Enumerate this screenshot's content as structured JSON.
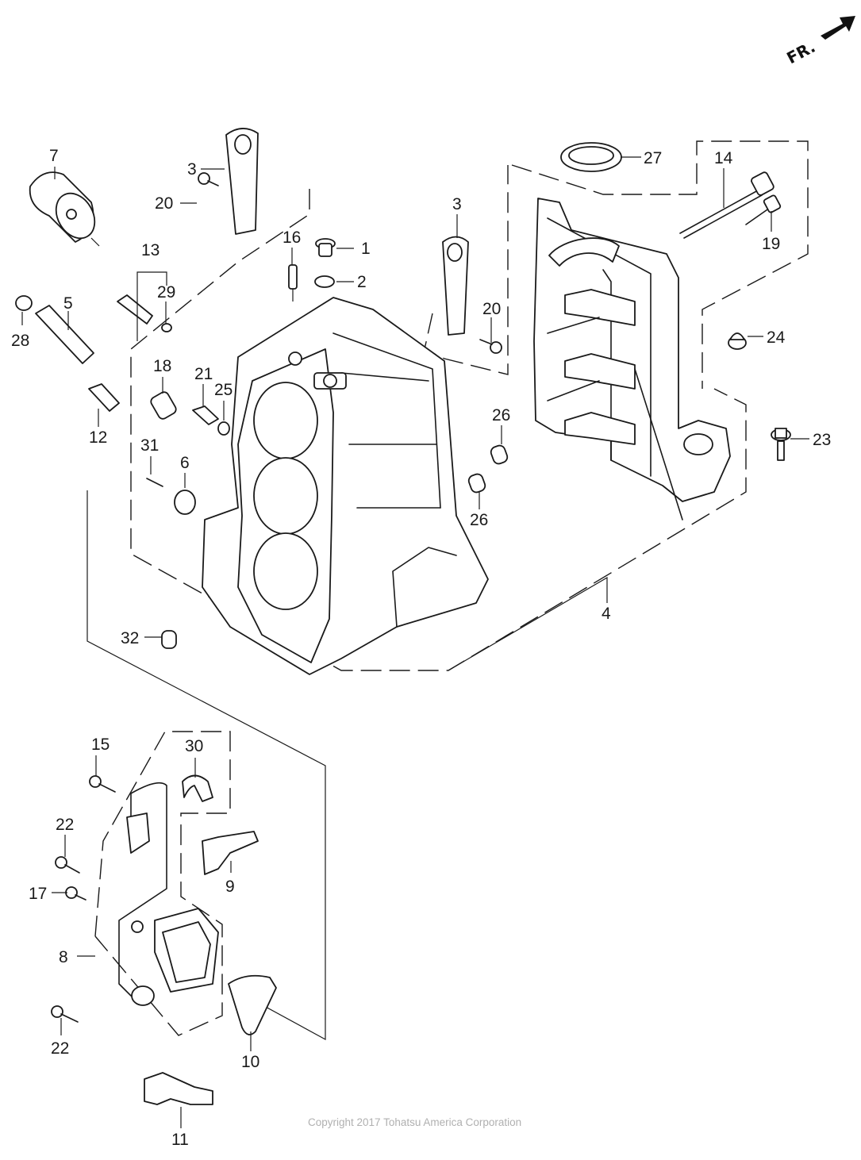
{
  "diagram": {
    "orientation_marker": {
      "text": "FR.",
      "icon": "arrow-up-right-icon"
    },
    "callouts": {
      "c1": "1",
      "c2": "2",
      "c3a": "3",
      "c3b": "3",
      "c4": "4",
      "c5": "5",
      "c6": "6",
      "c7": "7",
      "c8": "8",
      "c9": "9",
      "c10": "10",
      "c11": "11",
      "c12": "12",
      "c13": "13",
      "c14": "14",
      "c15": "15",
      "c16": "16",
      "c17": "17",
      "c18": "18",
      "c19": "19",
      "c20a": "20",
      "c20b": "20",
      "c21": "21",
      "c22a": "22",
      "c22b": "22",
      "c23": "23",
      "c24": "24",
      "c25": "25",
      "c26a": "26",
      "c26b": "26",
      "c27": "27",
      "c28": "28",
      "c29": "29",
      "c30": "30",
      "c31": "31",
      "c32": "32"
    },
    "copyright": "Copyright 2017 Tohatsu America Corporation"
  }
}
